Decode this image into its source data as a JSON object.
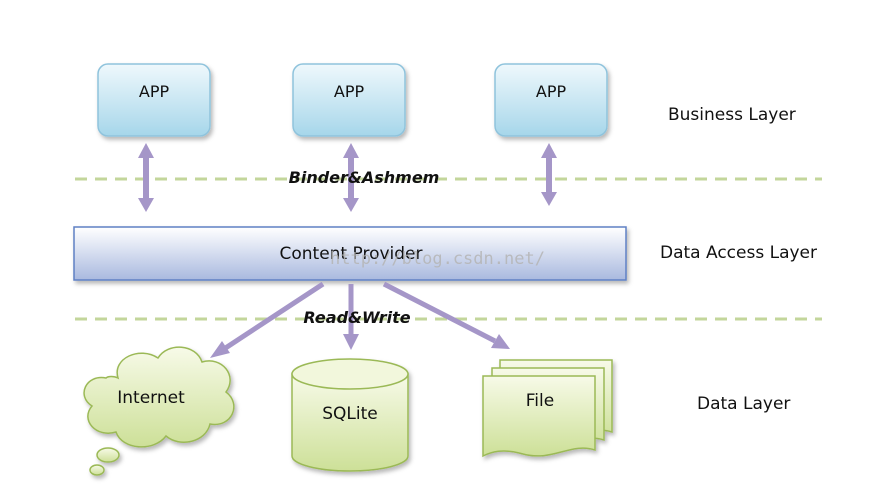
{
  "apps": [
    {
      "label": "APP"
    },
    {
      "label": "APP"
    },
    {
      "label": "APP"
    }
  ],
  "labels": {
    "binder": "Binder&Ashmem",
    "content_provider": "Content Provider",
    "read_write": "Read&Write"
  },
  "layers": {
    "business": "Business Layer",
    "data_access": "Data Access Layer",
    "data": "Data Layer"
  },
  "data_sources": {
    "internet": "Internet",
    "sqlite": "SQLite",
    "file": "File"
  },
  "watermark": "http://blog.csdn.net/",
  "colors": {
    "app_fill_top": "#eaf6fb",
    "app_fill_bottom": "#a9d8ec",
    "app_stroke": "#8fc3dc",
    "provider_fill_top": "#ffffff",
    "provider_fill_bottom": "#aebde0",
    "provider_stroke": "#5f80c4",
    "arrow": "#a596c8",
    "dashed_line": "#c3d69b",
    "node_fill_top": "#f6f9e6",
    "node_fill_bottom": "#cfe19a",
    "node_stroke": "#9bb957"
  }
}
